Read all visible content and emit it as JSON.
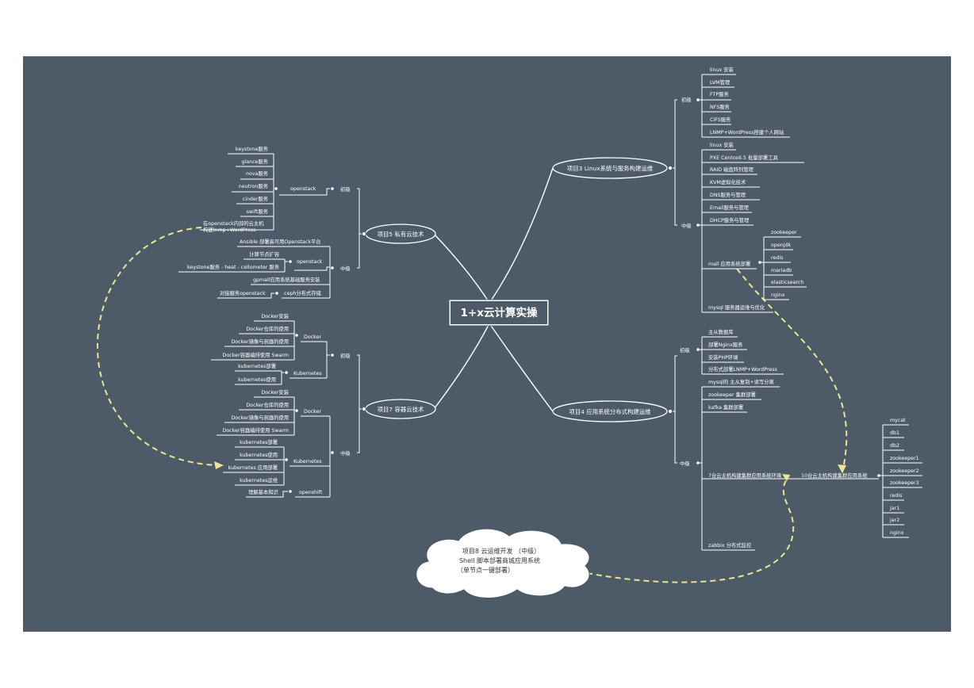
{
  "root": "1+x云计算实操",
  "colors": {
    "background": "#4d5b68",
    "line": "#ffffff",
    "dashed_link": "#ece58a"
  },
  "p3": {
    "title": "项目3 Linux系统与服务构建运维",
    "g1": {
      "label": "初级",
      "items": [
        "linux 安装",
        "LVM管理",
        "FTP服务",
        "NFS服务",
        "CIFS服务",
        "LNMP+WordPress搭建个人网站"
      ]
    },
    "g2": {
      "label": "中级",
      "items": [
        "linux 安装",
        "PXE Centos6.5 批量部署工具",
        "RAID 磁盘阵列管理",
        "KVM虚拟化技术",
        "DNS服务与管理",
        "Email服务与管理",
        "DHCP服务与管理"
      ],
      "mall": {
        "label": "mall 应用系统部署",
        "items": [
          "zookeeper",
          "openjdk",
          "redis",
          "mariadb",
          "elasticsearch",
          "nginx"
        ]
      },
      "mysql": "mysql 服务器运维与优化"
    }
  },
  "p4": {
    "title": "项目4 应用系统分布式构建运维",
    "g1": {
      "label": "初级",
      "items": [
        "主从数据库",
        "部署Nginx服务",
        "安装PHP环境",
        "分布式部署LNMP+WordPress"
      ]
    },
    "g2": {
      "label": "中级",
      "items": [
        "mysql的 主从复制+读写分离",
        "zookeeper 集群部署",
        "kafka 集群部署"
      ],
      "c7": "7台云主机构建集群应用系统环境",
      "c10": {
        "label": "10台云主机构建集群应用系统",
        "items": [
          "mycat",
          "db1",
          "db2",
          "zookeeper1",
          "zookeeper2",
          "zookeeper3",
          "redis",
          "jar1",
          "jar2",
          "nginx"
        ]
      },
      "zabbix": "zabbix 分布式监控"
    }
  },
  "p5": {
    "title": "项目5 私有云技术",
    "g1": {
      "label": "初级",
      "openstack": "openstack",
      "items": [
        "keystone服务",
        "glance服务",
        "nova服务",
        "neutron服务",
        "cinder服务",
        "swift服务"
      ],
      "deploy_l1": "在openstack内部的云主机",
      "deploy_l2": "构建lnmp+WordPress"
    },
    "g2": {
      "label": "中级",
      "ansible": "Ansible 部署高可用Openstack平台",
      "openstack": "openstack",
      "os_items": [
        "计算节点扩容",
        "keystone服务 -  heat - cellometer 服务"
      ],
      "gpmall": "gpmall应用系统基础服务安装",
      "ceph": "ceph分布式存储",
      "ceph_item": "对接服务openstack"
    }
  },
  "p7": {
    "title": "项目7 容器云技术",
    "g1": {
      "label": "初级",
      "docker": "Docker",
      "kube": "Kubernetes",
      "docker_items": [
        "Docker安装",
        "Docker仓库的使用",
        "Docker镜像与容器的使用",
        "Docker容器编排使用 Swarm"
      ],
      "kube_items": [
        "kubernetes部署",
        "kubernetes使用"
      ]
    },
    "g2": {
      "label": "中级",
      "docker": "Docker",
      "kube": "Kubernetes",
      "openshift": "openshift",
      "docker_items": [
        "Docker安装",
        "Docker仓库的使用",
        "Docker镜像与容器的使用",
        "Docker容器编排使用 Swarm"
      ],
      "kube_items": [
        "kubernetes部署",
        "kubernetes使用",
        "kubernetes 应用部署",
        "kubernetes运维"
      ],
      "openshift_item": "理解基本知识"
    }
  },
  "p8": {
    "l1": "项目8 云运维开发  （中级）",
    "l2": "Shell 脚本部署商城应用系统",
    "l3": "（单节点一键部署）"
  }
}
